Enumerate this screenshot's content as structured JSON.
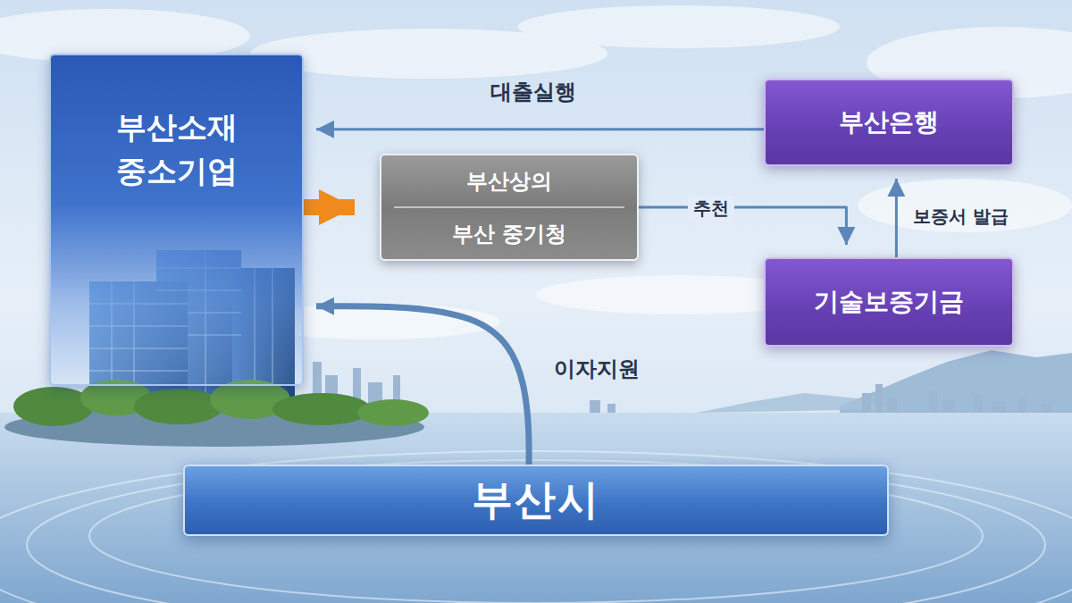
{
  "diagram": {
    "nodes": [
      {
        "text": [
          "부산소재 중소기업"
        ]
      },
      {
        "text": [
          "부산상의",
          "부산 중기청"
        ]
      },
      {
        "text": [
          "부산은행"
        ]
      },
      {
        "text": [
          "기술보증기금"
        ]
      },
      {
        "text": [
          "부산시"
        ]
      }
    ],
    "edges": [
      {
        "from": 0,
        "to": 1,
        "arrow": "to"
      },
      {
        "from": 1,
        "to": 3,
        "label": "추천",
        "arrow": "to"
      },
      {
        "from": 3,
        "to": 2,
        "label": "보증서 발급",
        "arrow": "to"
      },
      {
        "from": 2,
        "to": 0,
        "label": "대출실행",
        "arrow": "to"
      },
      {
        "from": 4,
        "to": 0,
        "label": "이자지원",
        "arrow": "to"
      }
    ]
  }
}
